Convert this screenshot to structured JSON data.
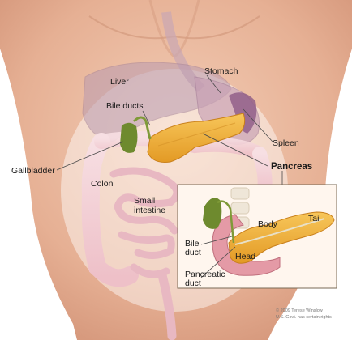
{
  "labels": {
    "liver": "Liver",
    "stomach": "Stomach",
    "bile_ducts": "Bile ducts",
    "spleen": "Spleen",
    "gallbladder": "Gallbladder",
    "pancreas": "Pancreas",
    "colon": "Colon",
    "small_intestine_1": "Small",
    "small_intestine_2": "intestine",
    "body": "Body",
    "tail": "Tail",
    "bile_duct_1": "Bile",
    "bile_duct_2": "duct",
    "head": "Head",
    "pancreatic_duct_1": "Pancreatic",
    "pancreatic_duct_2": "duct"
  },
  "credit": {
    "line1": "© 2009 Terese Winslow",
    "line2": "U.S. Govt. has certain rights"
  },
  "colors": {
    "skin": "#e8b59a",
    "pancreas": "#f2b33b",
    "gallbladder": "#6e8a2e",
    "intestine": "#f2d0d6",
    "inset_border": "#7a6a55"
  }
}
